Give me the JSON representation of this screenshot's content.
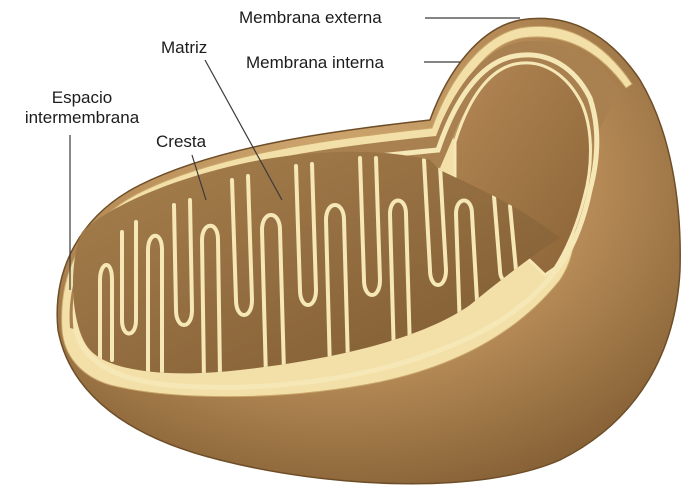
{
  "labels": {
    "outer_membrane": "Membrana externa",
    "inner_membrane": "Membrana interna",
    "matrix": "Matriz",
    "intermembrane_space_line1": "Espacio",
    "intermembrane_space_line2": "intermembrana",
    "crista": "Cresta"
  },
  "colors": {
    "outer_surface": "#b58a56",
    "outer_surface_dark": "#8a6336",
    "rim": "#f3e0a8",
    "intermembrane": "#a07a4a",
    "inner_membrane": "#f6e7b6",
    "matrix": "#9c7443",
    "matrix_dark": "#7d5a31",
    "leader_line": "#3a3a3a"
  }
}
